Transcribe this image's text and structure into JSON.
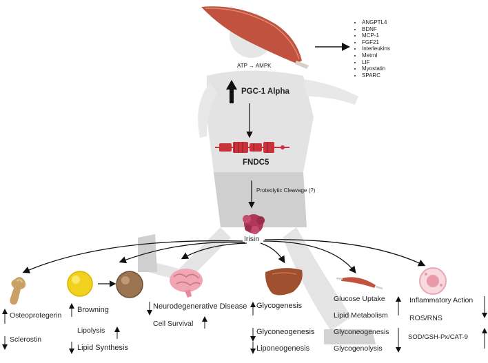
{
  "top": {
    "myokines": [
      "ANGPTL4",
      "BDNF",
      "MCP-1",
      "FGF21",
      "Interleukins",
      "Metrnl",
      "LIF",
      "Myostatin",
      "SPARC"
    ],
    "atp_ampk": "ATP → AMPK",
    "pgc1": "PGC-1 Alpha",
    "fndc5": "FNDC5",
    "cleavage": "Proteolytic Cleavage (?)",
    "irisin": "Irisin"
  },
  "bone": {
    "up": "Osteoprotegerin",
    "down": "Sclerostin"
  },
  "fat": {
    "browning": "Browning",
    "lipolysis": "Lipolysis",
    "synthesis": "Lipid Synthesis"
  },
  "brain": {
    "neuro": "Neurodegenerative Disease",
    "survival": "Cell Survival"
  },
  "liver": {
    "glycogenesis": "Glycogenesis",
    "gluconeo": "Glyconeogenesis",
    "lipo": "Liponeogenesis"
  },
  "muscle": {
    "glucose": "Glucose Uptake",
    "lipid": "Lipid Metabolism",
    "gluconeo": "Glyconeogenesis",
    "glycogenolysis": "Glycogenolysis"
  },
  "immune": {
    "inflam": "Inflammatory Action",
    "ros": "ROS/RNS",
    "sod": "SOD/GSH-Px/CAT-9"
  }
}
